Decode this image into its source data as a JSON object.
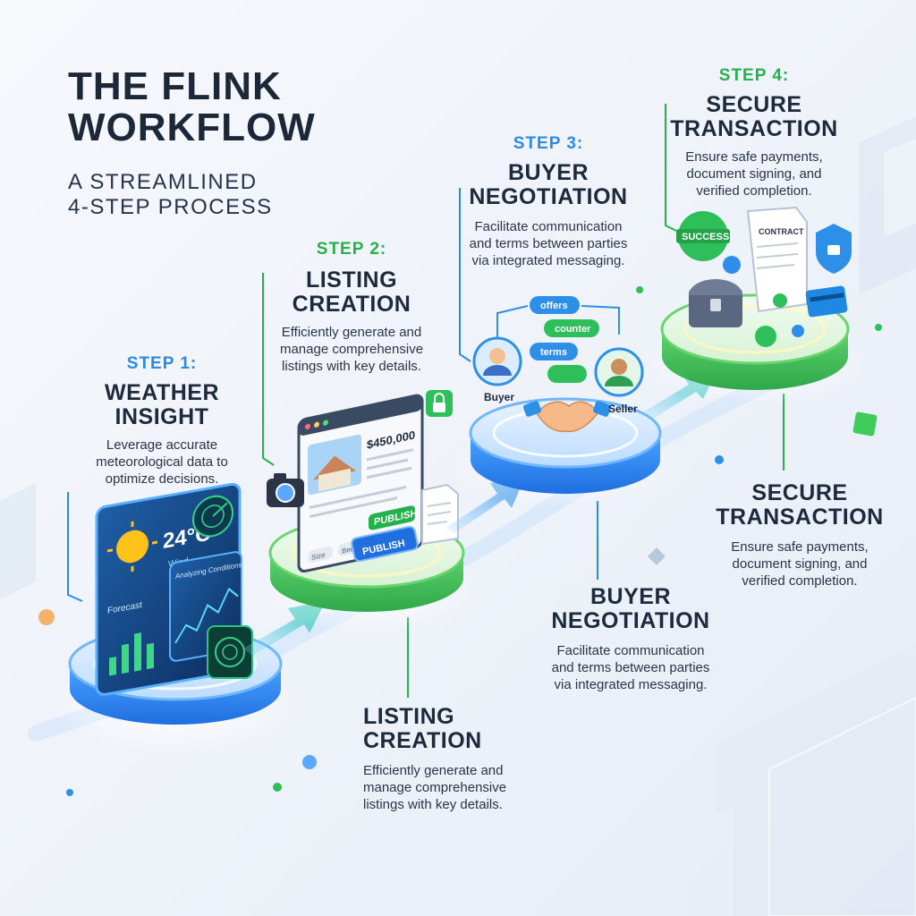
{
  "header": {
    "title_line1": "THE FLINK",
    "title_line2": "WORKFLOW",
    "subtitle_line1": "A STREAMLINED",
    "subtitle_line2": "4-STEP PROCESS"
  },
  "steps": [
    {
      "label": "STEP 1:",
      "title_line1": "WEATHER",
      "title_line2": "INSIGHT",
      "desc_line1": "Leverage accurate",
      "desc_line2": "meteorological data to",
      "desc_line3": "optimize decisions."
    },
    {
      "label": "STEP 2:",
      "title_line1": "LISTING",
      "title_line2": "CREATION",
      "desc_line1": "Efficiently generate and",
      "desc_line2": "manage comprehensive",
      "desc_line3": "listings with key details."
    },
    {
      "label": "STEP 3:",
      "title_line1": "BUYER",
      "title_line2": "NEGOTIATION",
      "desc_line1": "Facilitate communication",
      "desc_line2": "and terms between parties",
      "desc_line3": "via integrated messaging."
    },
    {
      "label": "STEP 4:",
      "title_line1": "SECURE",
      "title_line2": "TRANSACTION",
      "desc_line1": "Ensure safe payments,",
      "desc_line2": "document signing, and",
      "desc_line3": "verified completion."
    }
  ],
  "callouts": [
    {
      "title_line1": "LISTING",
      "title_line2": "CREATION",
      "desc_line1": "Efficiently generate and",
      "desc_line2": "manage comprehensive",
      "desc_line3": "listings with key details."
    },
    {
      "title_line1": "BUYER",
      "title_line2": "NEGOTIATION",
      "desc_line1": "Facilitate communication",
      "desc_line2": "and terms between parties",
      "desc_line3": "via integrated messaging."
    },
    {
      "title_line1": "SECURE",
      "title_line2": "TRANSACTION",
      "desc_line1": "Ensure safe payments,",
      "desc_line2": "document signing, and",
      "desc_line3": "verified completion."
    }
  ],
  "weather_panel": {
    "temperature": "24°C",
    "wind_label": "Wind",
    "forecast_label": "Forecast",
    "conditions_label": "Analyzing Conditions"
  },
  "listing_panel": {
    "price": "$450,000",
    "publish_label": "PUBLISH",
    "publish_button": "PUBLISH",
    "tag1": "Size",
    "tag2": "Beds"
  },
  "negotiation": {
    "buyer_label": "Buyer",
    "seller_label": "Seller",
    "chip1": "offers",
    "chip2": "counter",
    "chip3": "terms"
  },
  "transaction": {
    "success_label": "SUCCESS",
    "contract_label": "CONTRACT"
  },
  "colors": {
    "accent_blue": "#2a8ae6",
    "accent_green": "#25b14b",
    "title_dark": "#1c2838"
  }
}
